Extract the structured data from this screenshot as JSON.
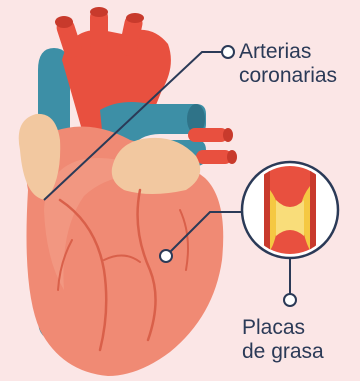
{
  "labels": {
    "arterias_line1": "Arterias",
    "arterias_line2": "coronarias",
    "placas_line1": "Placas",
    "placas_line2": "de grasa"
  },
  "colors": {
    "background": "#fbe6e6",
    "artery_red": "#e8503f",
    "artery_dark_red": "#c83a2c",
    "vein_teal": "#3d8fa6",
    "vein_teal_dark": "#2f7388",
    "heart_body": "#f08a74",
    "heart_body_light": "#f4a08a",
    "fat": "#f2c8a0",
    "plaque_yellow": "#f5c842",
    "callout_line": "#2b3a57"
  }
}
